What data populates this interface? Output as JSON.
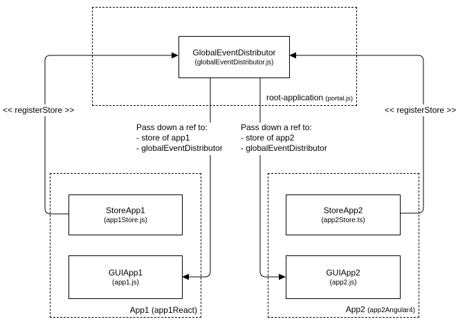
{
  "diagram": {
    "containers": {
      "root": {
        "label": "root-application",
        "sublabel": "(portal.js)"
      },
      "app1": {
        "label": "App1",
        "sublabel": "(app1React)"
      },
      "app2": {
        "label": "App2",
        "sublabel": "(app2Angular4)"
      }
    },
    "nodes": {
      "global_event_distributor": {
        "title": "GlobalEventDistributor",
        "subtitle": "(globalEventDistributor.js)"
      },
      "store_app1": {
        "title": "StoreApp1",
        "subtitle": "(app1Store.js)"
      },
      "gui_app1": {
        "title": "GUIApp1",
        "subtitle": "(app1.js)"
      },
      "store_app2": {
        "title": "StoreApp2",
        "subtitle": "(app2Store.ts)"
      },
      "gui_app2": {
        "title": "GUIApp2",
        "subtitle": "(app2.js)"
      }
    },
    "edge_labels": {
      "register_store_left": "<< registerStore >>",
      "register_store_right": "<< registerStore >>",
      "pass_down_left": {
        "line1": "Pass down a ref to:",
        "line2": "- store of app1",
        "line3": "- globalEventDistributor"
      },
      "pass_down_right": {
        "line1": "Pass down a ref to:",
        "line2": "- store of app2",
        "line3": "- globalEventDistributor"
      }
    },
    "colors": {
      "line": "#000000",
      "background": "#ffffff"
    }
  }
}
